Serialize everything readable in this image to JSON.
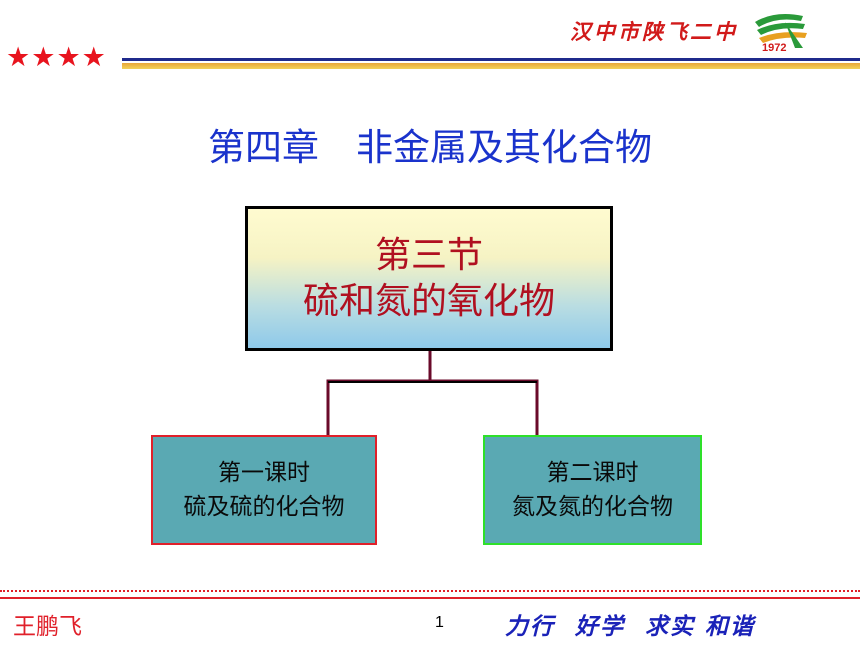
{
  "header": {
    "stars": [
      "★",
      "★",
      "★",
      "★"
    ],
    "school_name": "汉中市陕飞二中",
    "logo_year": "1972"
  },
  "slide": {
    "chapter_title": "第四章　非金属及其化合物",
    "section": {
      "line1": "第三节",
      "line2": "硫和氮的氧化物"
    },
    "lessons": [
      {
        "title": "第一课时",
        "subtitle": "硫及硫的化合物"
      },
      {
        "title": "第二课时",
        "subtitle": "氮及氮的化合物"
      }
    ]
  },
  "footer": {
    "author": "王鹏飞",
    "page_number": "1",
    "motto": "力行  好学  求实 和谐"
  },
  "colors": {
    "chapter_text": "#1a33cc",
    "section_text": "#b01020",
    "lesson_fill": "#5aa9b3",
    "lesson1_border": "#e0202a",
    "lesson2_border": "#2ee02a",
    "connector": "#6a0a2a",
    "accent_red": "#e0202a",
    "motto_blue": "#1a22b8"
  }
}
